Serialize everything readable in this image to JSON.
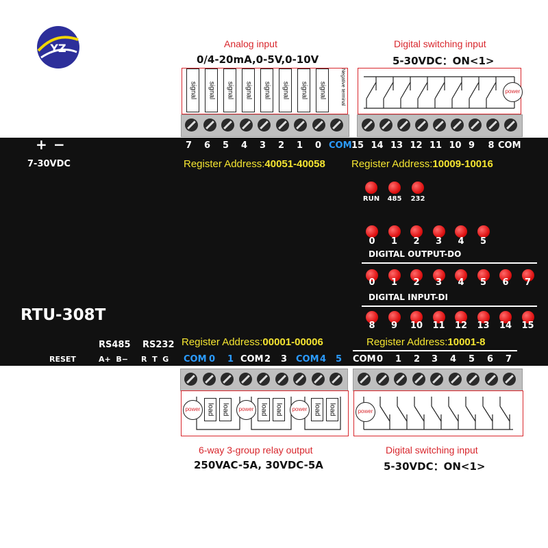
{
  "top": {
    "analog_title": "Analog input",
    "analog_spec": "0/4-20mA,0-5V,0-10V",
    "signal_label": "signal",
    "negative_terminal": "Negative terminal",
    "digital_title": "Digital switching input",
    "digital_spec": "5-30VDC：ON<1>",
    "power_label": "power"
  },
  "panel": {
    "plus": "+",
    "minus": "−",
    "supply": "7-30VDC",
    "analog_terms": [
      "7",
      "6",
      "5",
      "4",
      "3",
      "2",
      "1",
      "0"
    ],
    "com": "COM",
    "di_top_terms": [
      "15",
      "14",
      "13",
      "12",
      "11",
      "10",
      "9",
      "8"
    ],
    "reg_prefix": "Register Address:",
    "reg_analog": "40051-40058",
    "reg_di_high": "10009-10016",
    "status_leds": [
      "RUN",
      "485",
      "232"
    ],
    "do_leds": [
      "0",
      "1",
      "2",
      "3",
      "4",
      "5"
    ],
    "do_title": "DIGITAL OUTPUT-DO",
    "di_leds_a": [
      "0",
      "1",
      "2",
      "3",
      "4",
      "5",
      "6",
      "7"
    ],
    "di_title": "DIGITAL INPUT-DI",
    "di_leds_b": [
      "8",
      "9",
      "10",
      "11",
      "12",
      "13",
      "14",
      "15"
    ],
    "model": "RTU-308T",
    "rs485": "RS485",
    "rs232": "RS232",
    "reg_do": "00001-00006",
    "reg_di_low": "10001-8",
    "reset": "RESET",
    "rs485_pins": "A+  B−",
    "rs232_pins": "R  T  G",
    "do_terms": [
      "COM",
      "0",
      "1",
      "COM",
      "2",
      "3",
      "COM",
      "4",
      "5"
    ],
    "di_bottom_terms": [
      "COM",
      "0",
      "1",
      "2",
      "3",
      "4",
      "5",
      "6",
      "7"
    ]
  },
  "bottom": {
    "load_label": "load",
    "power_label": "power",
    "relay_title": "6-way 3-group relay output",
    "relay_spec": "250VAC-5A, 30VDC-5A",
    "digital_title": "Digital switching input",
    "digital_spec": "5-30VDC：ON<1>"
  },
  "logo": {
    "name": "yz-logo-icon"
  }
}
